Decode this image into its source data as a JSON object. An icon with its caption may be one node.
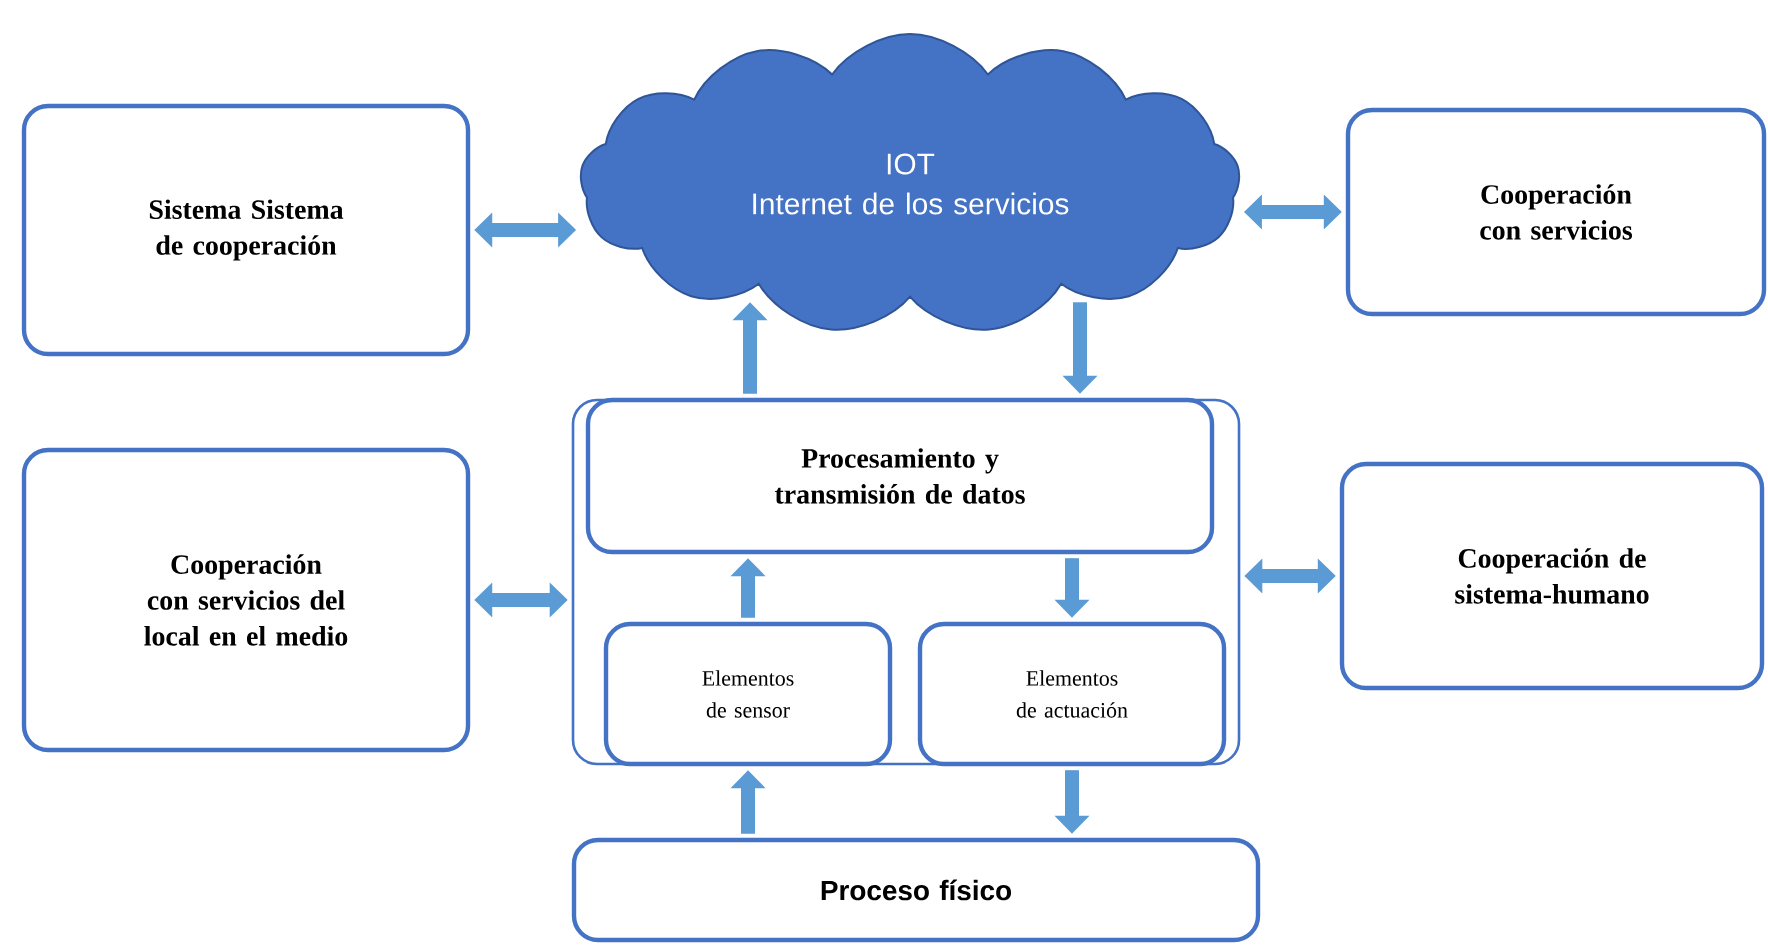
{
  "diagram": {
    "nodes": [
      {
        "text": [
          "Sistema Sistema de cooperación"
        ]
      },
      {
        "text": [
          "IOT",
          "Internet de los servicios"
        ]
      },
      {
        "text": [
          "Cooperación con servicios"
        ]
      },
      {
        "text": [
          "Cooperación con servicios del local en el medio"
        ]
      },
      {
        "text": [],
        "shape": "box"
      },
      {
        "text": [
          "Procesamiento y transmisión de datos"
        ],
        "in": 4
      },
      {
        "text": [
          "Elementos de sensor"
        ],
        "in": 4
      },
      {
        "text": [
          "Elementos de actuación"
        ],
        "in": 4
      },
      {
        "text": [
          "Cooperación de sistema-humano"
        ]
      },
      {
        "text": [
          "Proceso físico"
        ]
      }
    ],
    "edges": [
      {
        "from": 0,
        "to": 1,
        "arrow": "both"
      },
      {
        "from": 1,
        "to": 2,
        "arrow": "both"
      },
      {
        "from": 3,
        "to": 4,
        "arrow": "both"
      },
      {
        "from": 4,
        "to": 8,
        "arrow": "both"
      },
      {
        "from": 5,
        "to": 1,
        "arrow": "to"
      },
      {
        "from": 1,
        "to": 5,
        "arrow": "to"
      },
      {
        "from": 6,
        "to": 5,
        "arrow": "to"
      },
      {
        "from": 5,
        "to": 7,
        "arrow": "to"
      },
      {
        "from": 9,
        "to": 6,
        "arrow": "to"
      },
      {
        "from": 7,
        "to": 9,
        "arrow": "to"
      }
    ]
  }
}
